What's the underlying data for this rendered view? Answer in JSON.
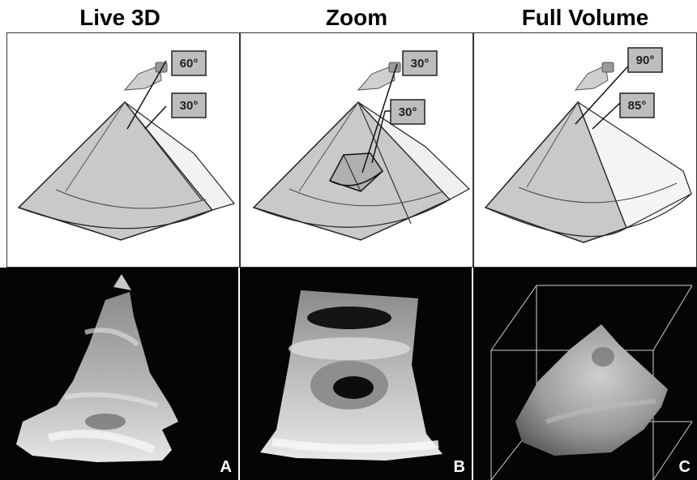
{
  "columns": [
    {
      "title": "Live 3D",
      "angle_outer": "60°",
      "angle_inner": "30°",
      "letter": "A"
    },
    {
      "title": "Zoom",
      "angle_outer": "30°",
      "angle_inner": "30°",
      "letter": "B"
    },
    {
      "title": "Full Volume",
      "angle_outer": "90°",
      "angle_inner": "85°",
      "letter": "C"
    }
  ],
  "colors": {
    "sector_fill": "#c9c9c9",
    "label_box": "#bdbdbd",
    "background_dark": "#050505"
  }
}
